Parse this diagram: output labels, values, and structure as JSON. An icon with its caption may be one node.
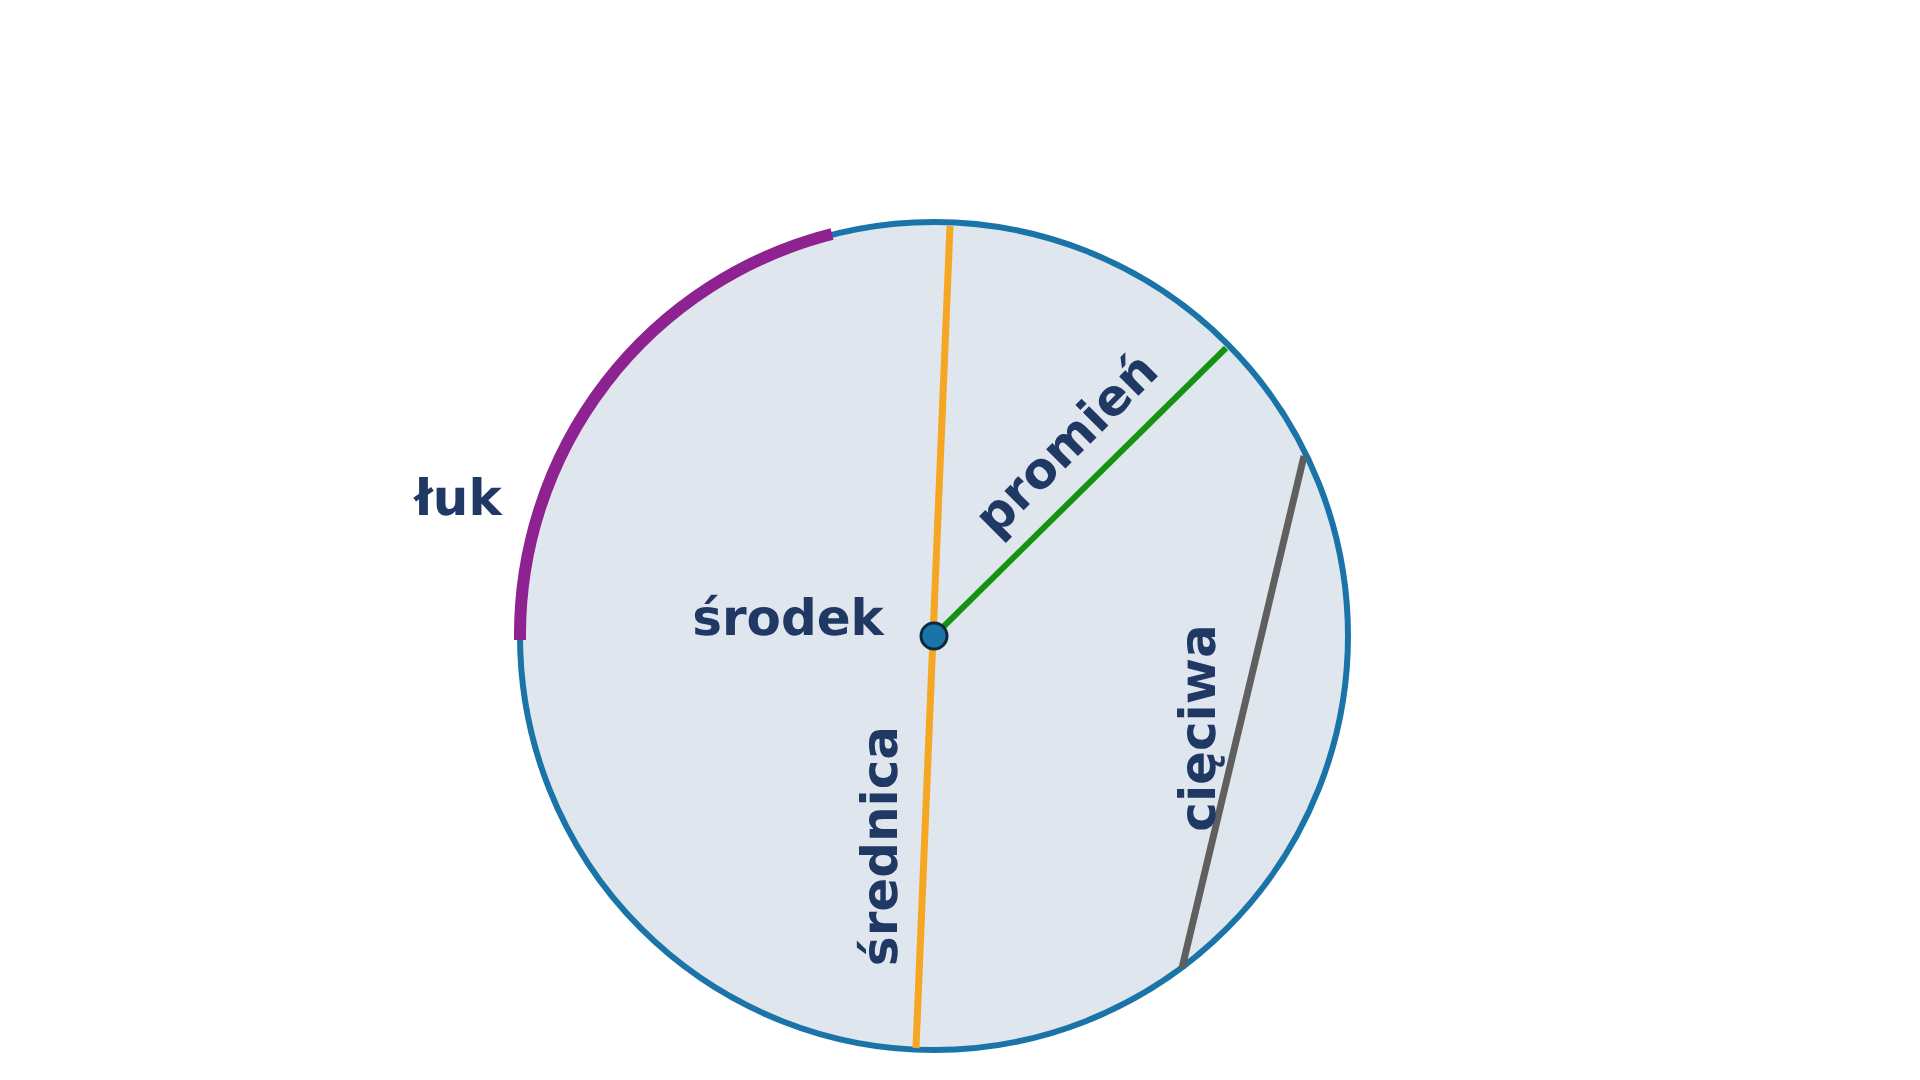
{
  "diagram": {
    "labels": [
      "promień",
      "łuk",
      "środek",
      "cięciwa",
      "średnica"
    ]
  }
}
